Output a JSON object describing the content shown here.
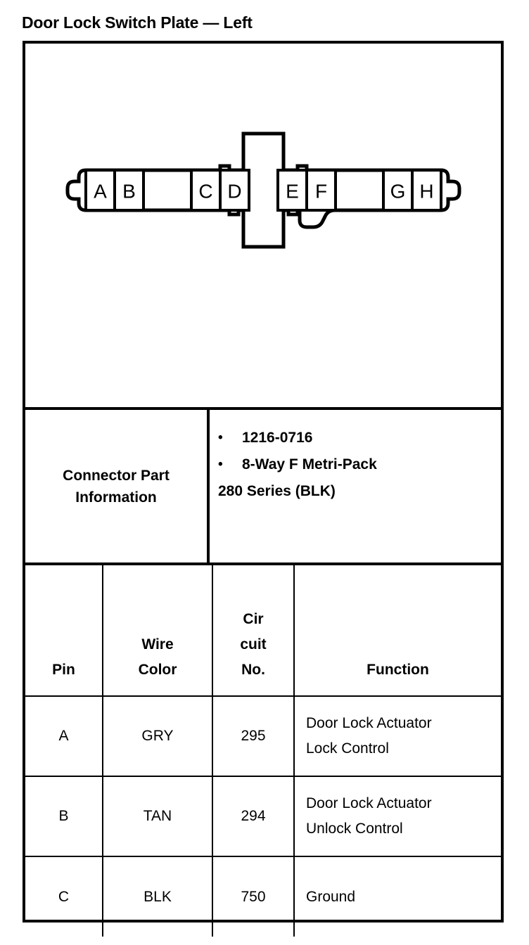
{
  "page": {
    "title": "Door Lock Switch Plate — Left"
  },
  "diagram": {
    "name": "connector-face-view",
    "cavity_count": 8,
    "pins": [
      {
        "label": "A"
      },
      {
        "label": "B"
      },
      {
        "label": "C"
      },
      {
        "label": "D"
      },
      {
        "label": "E"
      },
      {
        "label": "F"
      },
      {
        "label": "G"
      },
      {
        "label": "H"
      }
    ]
  },
  "connector_part_information": {
    "label": "Connector Part Information",
    "bullets": [
      "1216-0716",
      "8-Way F Metri-Pack"
    ],
    "wrap_line": "280 Series (BLK)"
  },
  "pin_table": {
    "headers": {
      "pin": "Pin",
      "wire_color_line1": "Wire",
      "wire_color_line2": "Color",
      "circuit_no_line1": "Cir",
      "circuit_no_line2": "cuit",
      "circuit_no_line3": "No.",
      "function": "Function"
    },
    "rows": [
      {
        "pin": "A",
        "wire_color": "GRY",
        "circuit_no": "295",
        "function_line1": "Door Lock Actuator",
        "function_line2": "Lock Control"
      },
      {
        "pin": "B",
        "wire_color": "TAN",
        "circuit_no": "294",
        "function_line1": "Door Lock Actuator",
        "function_line2": "Unlock Control"
      },
      {
        "pin": "C",
        "wire_color": "BLK",
        "circuit_no": "750",
        "function_line1": "Ground",
        "function_line2": ""
      }
    ]
  },
  "colors": {
    "ink": "#000000",
    "paper": "#ffffff"
  }
}
